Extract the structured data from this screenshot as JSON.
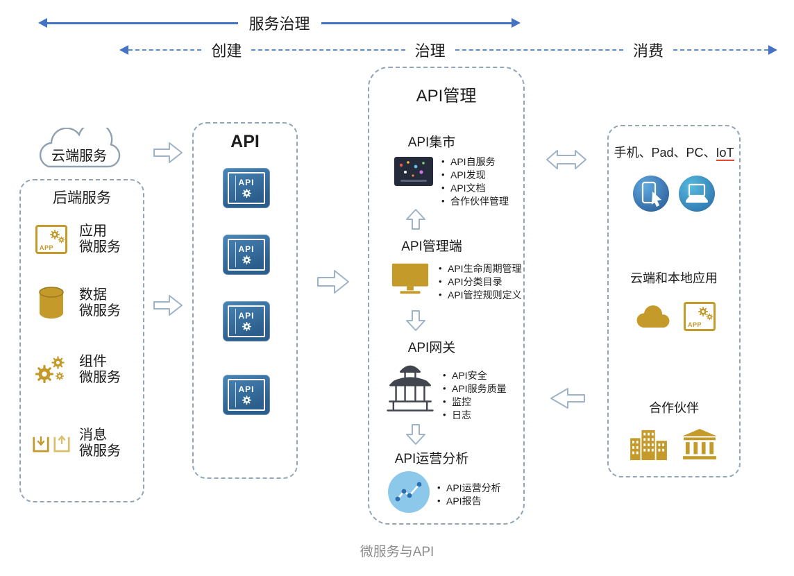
{
  "caption": "微服务与API",
  "governance": {
    "label": "服务治理"
  },
  "phases": {
    "create": "创建",
    "govern": "治理",
    "consume": "消费"
  },
  "backend": {
    "cloud_label": "云端服务",
    "title": "后端服务",
    "items": [
      {
        "line1": "应用",
        "line2": "微服务"
      },
      {
        "line1": "数据",
        "line2": "微服务"
      },
      {
        "line1": "组件",
        "line2": "微服务"
      },
      {
        "line1": "消息",
        "line2": "微服务"
      }
    ]
  },
  "api_column": {
    "title": "API",
    "tile_label": "API"
  },
  "management": {
    "title": "API管理",
    "sections": [
      {
        "title": "API集市",
        "bullets": [
          "API自服务",
          "API发现",
          "API文档",
          "合作伙伴管理"
        ]
      },
      {
        "title": "API管理端",
        "bullets": [
          "API生命周期管理",
          "API分类目录",
          "API管控规则定义"
        ]
      },
      {
        "title": "API网关",
        "bullets": [
          "API安全",
          "API服务质量",
          "监控",
          "日志"
        ]
      },
      {
        "title": "API运营分析",
        "bullets": [
          "API运营分析",
          "API报告"
        ]
      }
    ]
  },
  "consumers": {
    "devices_prefix": "手机、Pad、PC、",
    "devices_iot": "IoT",
    "apps_title": "云端和本地应用",
    "partners_title": "合作伙伴"
  },
  "icons": {
    "app_badge": "APP"
  },
  "colors": {
    "gold": "#C49A2A",
    "api_blue": "#2F6795",
    "arrow_blue": "#4472C4",
    "dash_border": "#93A5B5"
  }
}
